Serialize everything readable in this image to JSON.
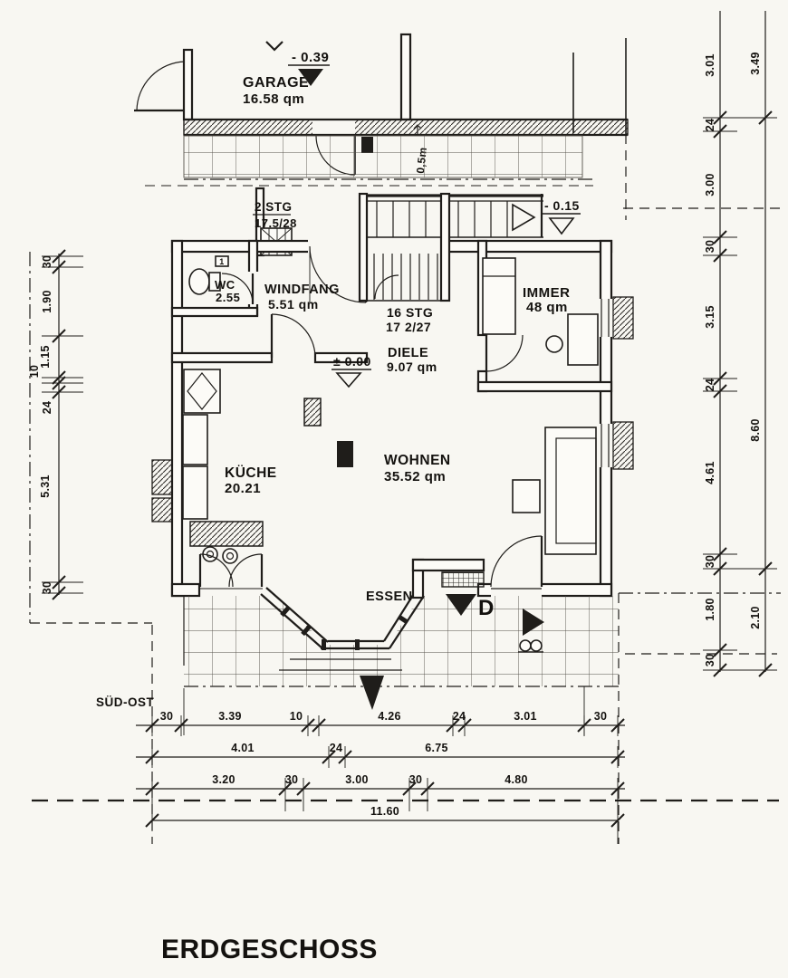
{
  "title": "ERDGESCHOSS",
  "orientation": "SÜD-OST",
  "rooms": {
    "garage": {
      "name": "GARAGE",
      "area": "16.58 qm"
    },
    "windfang": {
      "name": "WINDFANG",
      "area": "5.51 qm"
    },
    "wc": {
      "name": "WC",
      "area": "2.55"
    },
    "diele": {
      "name": "DIELE",
      "area": "9.07 qm"
    },
    "zimmer": {
      "name": "IMMER",
      "area": "48 qm"
    },
    "kueche": {
      "name": "KÜCHE",
      "area": "20.21"
    },
    "wohnen": {
      "name": "WOHNEN",
      "area": "35.52 qm"
    },
    "essen": {
      "name": "ESSEN"
    }
  },
  "stairs": {
    "exterior_label": "2 STG",
    "exterior_ratio": "17.5/28",
    "interior_label": "16 STG",
    "interior_ratio": "17 2/27"
  },
  "level_markers": {
    "garage": "- 0.39",
    "entry": "- 0.15",
    "ground": "± 0.00"
  },
  "annotations": {
    "door_marker": "D",
    "garage_note": "0,5m",
    "wc_box": "1"
  },
  "dimensions": {
    "left": [
      "30",
      "1.90",
      "1.15",
      "10",
      "24",
      "5.31",
      "30"
    ],
    "right_inner": [
      "3.01",
      "24",
      "3.00",
      "30",
      "3.15",
      "24",
      "4.61",
      "30",
      "1.80",
      "30"
    ],
    "right_outer": [
      "3.49",
      "8.60",
      "2.10"
    ],
    "bottom_row1": [
      "30",
      "3.39",
      "10",
      "4.26",
      "24",
      "3.01",
      "30"
    ],
    "bottom_row2": [
      "4.01",
      "24",
      "6.75"
    ],
    "bottom_row3": [
      "3.20",
      "30",
      "3.00",
      "30",
      "4.80"
    ],
    "bottom_total": "11.60"
  },
  "colors": {
    "ink": "#1f1d1a",
    "paper": "#f8f7f2"
  }
}
